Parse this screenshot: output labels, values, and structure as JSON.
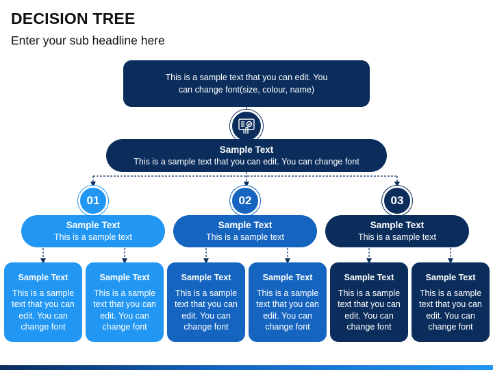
{
  "header": {
    "title": "DECISION TREE",
    "subtitle": "Enter your sub headline here"
  },
  "root": {
    "text": "This is a sample text that you can edit. You can change font(size, colour, name)",
    "icon": "document-checklist-icon"
  },
  "main_node": {
    "heading": "Sample Text",
    "text": "This is a sample text that you can edit. You can change font"
  },
  "branches": [
    {
      "number": "01",
      "heading": "Sample Text",
      "text": "This is a sample text",
      "color": "#2196f3"
    },
    {
      "number": "02",
      "heading": "Sample Text",
      "text": "This is a sample text",
      "color": "#1565c0"
    },
    {
      "number": "03",
      "heading": "Sample Text",
      "text": "This is a sample text",
      "color": "#0b2d5c"
    }
  ],
  "leaves": [
    {
      "heading": "Sample Text",
      "text": "This is a sample text that you can edit. You can change font"
    },
    {
      "heading": "Sample Text",
      "text": "This is a sample text that you can edit. You can change font"
    },
    {
      "heading": "Sample Text",
      "text": "This is a sample text that you can edit. You can change font"
    },
    {
      "heading": "Sample Text",
      "text": "This is a sample text that you can edit. You can change font"
    },
    {
      "heading": "Sample Text",
      "text": "This is a sample text that you can edit. You can change font"
    },
    {
      "heading": "Sample Text",
      "text": "This is a sample text that you can edit. You can change font"
    }
  ],
  "colors": {
    "dark_navy": "#0b2d5c",
    "medium_blue": "#1565c0",
    "light_blue": "#2196f3"
  }
}
